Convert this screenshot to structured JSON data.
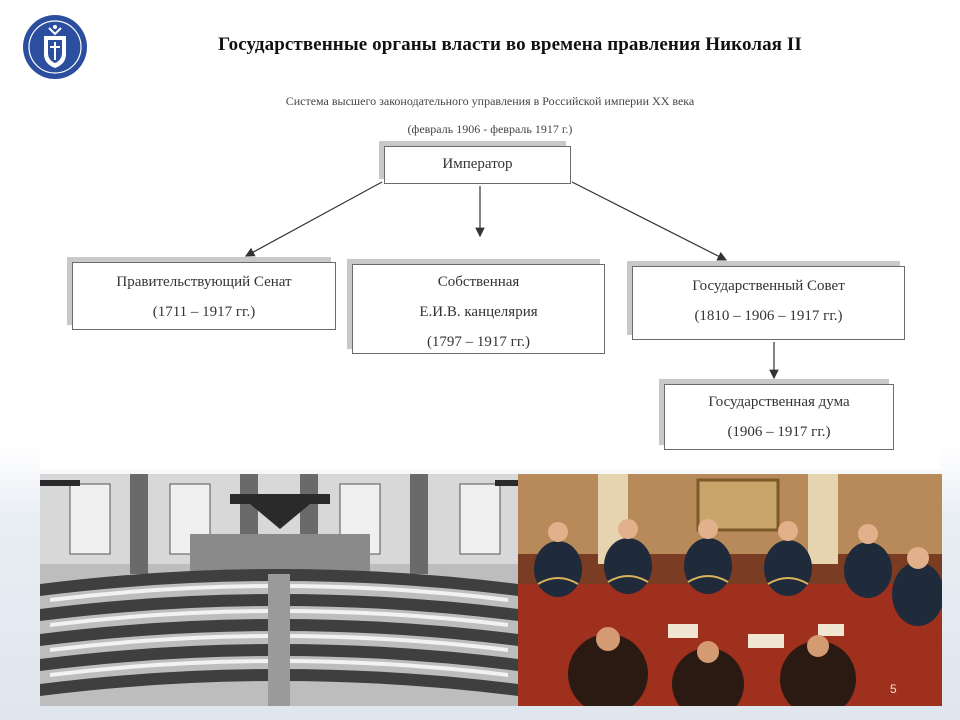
{
  "slide": {
    "title": "Государственные органы власти во времена правления Николая II",
    "page_number": "5"
  },
  "diagram": {
    "heading": "Система высшего законодательного управления в Российской империи XX века",
    "subheading": "(февраль 1906 - февраль 1917 г.)",
    "nodes": {
      "emperor": {
        "lines": [
          "Император"
        ]
      },
      "senate": {
        "lines": [
          "Правительствующий Сенат",
          "(1711 – 1917 гг.)"
        ]
      },
      "chancellery": {
        "lines": [
          "Собственная",
          "Е.И.В. канцелярия",
          "(1797 – 1917 гг.)"
        ]
      },
      "council": {
        "lines": [
          "Государственный Совет",
          "(1810 – 1906 – 1917 гг.)"
        ]
      },
      "duma": {
        "lines": [
          "Государственная дума",
          "(1906 – 1917 гг.)"
        ]
      }
    },
    "edges": [
      {
        "from": "emperor",
        "to": "senate"
      },
      {
        "from": "emperor",
        "to": "chancellery"
      },
      {
        "from": "emperor",
        "to": "council"
      },
      {
        "from": "council",
        "to": "duma"
      }
    ]
  },
  "colors": {
    "box_border": "#6b6b6b",
    "box_shadow": "#c9c9c9",
    "arrow": "#333333",
    "logo_blue": "#2b4f9e"
  },
  "icons": {
    "logo": "coat-of-arms-emblem-icon"
  }
}
